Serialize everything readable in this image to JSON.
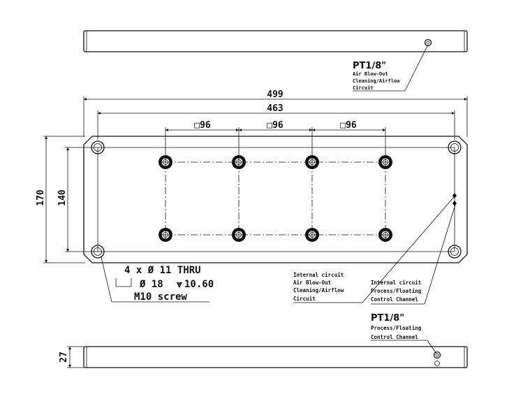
{
  "dimensions": {
    "overall_length": "499",
    "hole_spacing_length": "463",
    "square_1": "□96",
    "square_2": "□96",
    "square_3": "□96",
    "overall_height": "170",
    "hole_spacing_height": "140",
    "thickness": "27"
  },
  "top_port": {
    "size": "PT1/8\"",
    "line1": "Air Blow-Out",
    "line2": "Cleaning/Airflow",
    "line3": "Circuit"
  },
  "hole_callout": {
    "line1": "4 x Ø 11 THRU",
    "line2_dia": "Ø 18",
    "line2_depth": "10.60",
    "line3": "M10 screw"
  },
  "internal_air": {
    "line1": "Internal circuit",
    "line2": "Air Blow-Out",
    "line3": "Cleaning/Airflow",
    "line4": "Circuit"
  },
  "internal_process": {
    "line1": "Internal circuit",
    "line2": "Process/Floating",
    "line3": "Control Channel"
  },
  "bottom_port": {
    "size": "PT1/8\"",
    "line1": "Process/Floating",
    "line2": "Control Channel"
  }
}
